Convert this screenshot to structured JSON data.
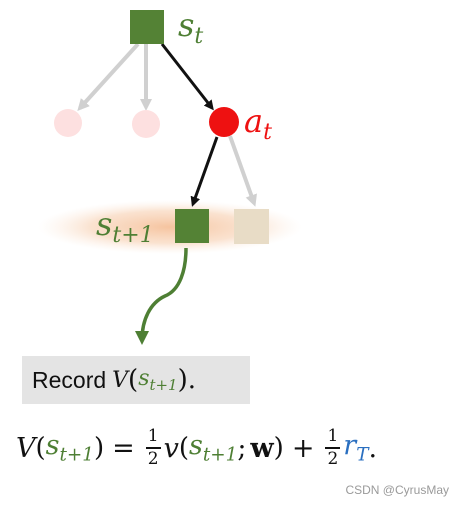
{
  "colors": {
    "state": "#548235",
    "state_faded": "#e8dcc6",
    "action": "#ee1111",
    "action_faded": "#fde0e0",
    "arrow": "#111111",
    "arrow_faded": "#d0d0d0",
    "highlight": "#f6c9a8",
    "curve": "#4e7f34",
    "reward": "#2a6fc0"
  },
  "labels": {
    "root_state": "s",
    "root_state_sub": "t",
    "action": "a",
    "action_sub": "t",
    "next_state": "s",
    "next_state_sub": "t+1"
  },
  "record": {
    "word": "Record",
    "func": "V",
    "open": "(",
    "state": "s",
    "state_sub": "t+1",
    "close": ").",
    "tail": ""
  },
  "equation": {
    "lhs_func": "V",
    "lhs_open": "(",
    "lhs_state": "s",
    "lhs_state_sub": "t+1",
    "lhs_close": ")",
    "equals": "=",
    "frac1_num": "1",
    "frac1_den": "2",
    "v_func": "v",
    "v_open": "(",
    "v_state": "s",
    "v_state_sub": "t+1",
    "v_sep": ";",
    "v_weight": "w",
    "v_close": ")",
    "plus": "+",
    "frac2_num": "1",
    "frac2_den": "2",
    "reward": "r",
    "reward_sub": "T",
    "end": "."
  },
  "watermark": "CSDN @CyrusMay"
}
